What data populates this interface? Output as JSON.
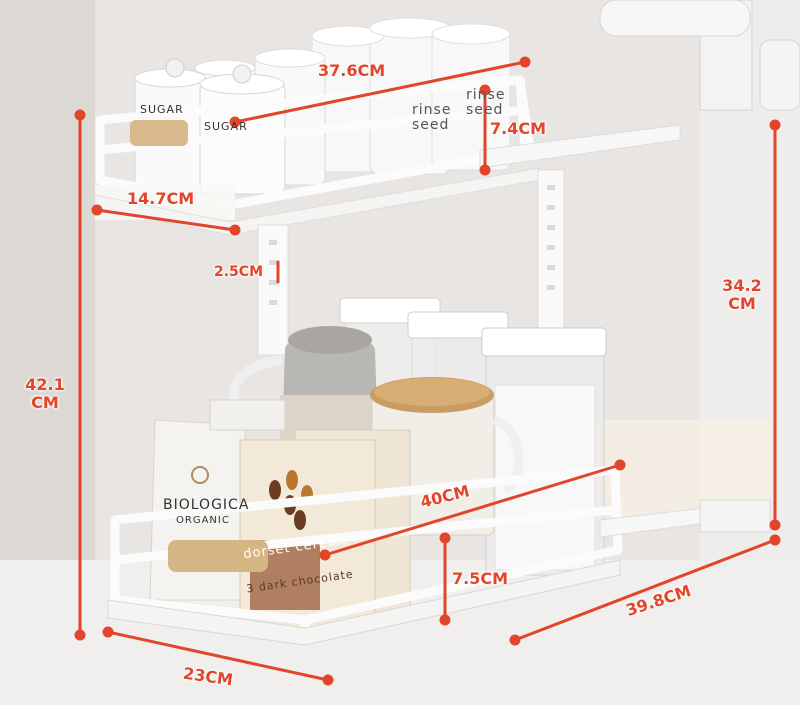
{
  "colors": {
    "accent": "#e2462a",
    "rack": "#f7f7f5",
    "wall": "#e9e6e3"
  },
  "dimensions": {
    "top_length": "37.6CM",
    "top_width": "14.7CM",
    "top_rail_height": "7.4CM",
    "shelf_gap": "2.5CM",
    "total_height_value": "42.1",
    "total_height_unit": "CM",
    "right_height_value": "34.2",
    "right_height_unit": "CM",
    "bottom_length": "40CM",
    "bottom_rail_height": "7.5CM",
    "bottom_depth": "39.8CM",
    "bottom_width": "23CM"
  },
  "products": {
    "jar_label_sugar": "SUGAR",
    "jar_label_sugar_2": "SUGAR",
    "jar_label_rinse_seed": "rinse seed",
    "jar_label_rinse_seed_2": "rinse seed",
    "bag_brand": "BIOLOGICA",
    "bag_sub": "ORGANIC",
    "box_title": "dorset cereals",
    "box_sub": "3 dark chocolate"
  }
}
